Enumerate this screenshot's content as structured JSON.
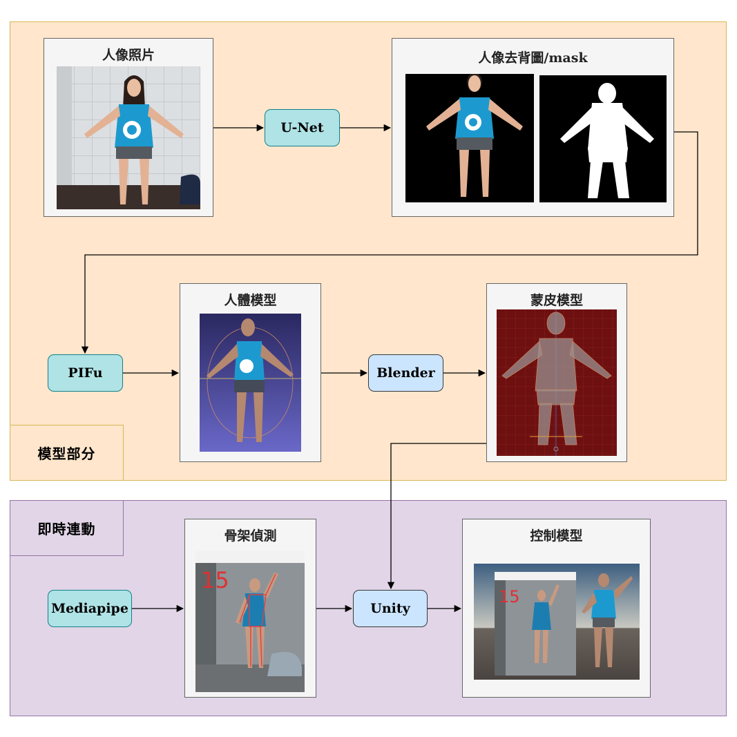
{
  "sections": {
    "model": {
      "label": "模型部分"
    },
    "live": {
      "label": "即時連動"
    }
  },
  "panels": {
    "portrait": {
      "title": "人像照片"
    },
    "bg_removed": {
      "title": "人像去背圖/mask"
    },
    "body_model": {
      "title": "人體模型"
    },
    "skinned_model": {
      "title": "蒙皮模型"
    },
    "skeleton": {
      "title": "骨架偵測"
    },
    "control": {
      "title": "控制模型"
    }
  },
  "nodes": {
    "unet": "U-Net",
    "pifu": "PIFu",
    "blender": "Blender",
    "mediapipe": "Mediapipe",
    "unity": "Unity"
  },
  "skeleton_overlay": {
    "count": "15"
  },
  "control_overlay": {
    "count": "15"
  },
  "colors": {
    "model_section": "#ffe6cc",
    "live_section": "#e1d5e7",
    "teal_node": "#b0e3e6",
    "blue_node": "#cce5ff"
  }
}
